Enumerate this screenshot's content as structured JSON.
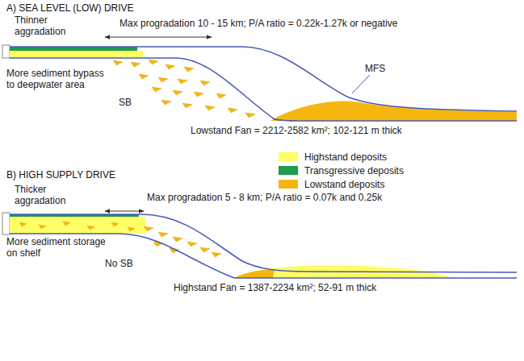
{
  "diagram": {
    "labels": [
      "A)   SEA LEVEL (LOW) DRIVE",
      "Thinner aggradation",
      "Max progradation 10 - 15 km; P/A ratio = 0.22k-1.27k or negative",
      "MFS",
      "More sediment bypass to deepwater area",
      "SB",
      "Lowstand Fan = 2212-2582 km²; 102-121 m thick",
      "B)   HIGH SUPPLY DRIVE",
      "Thicker aggradation",
      "Max progradation 5 - 8 km; P/A ratio = 0.07k and 0.25k",
      "More sediment storage on shelf",
      "No SB",
      "Highstand Fan = 1387-2234 km²; 52-91 m thick"
    ],
    "legend": [
      {
        "text": "Highstand deposits",
        "color": "#ffff66"
      },
      {
        "text": "Transgressive deposits",
        "color": "#1e9b4b"
      },
      {
        "text": "Lowstand deposits",
        "color": "#f5b70f"
      }
    ]
  }
}
